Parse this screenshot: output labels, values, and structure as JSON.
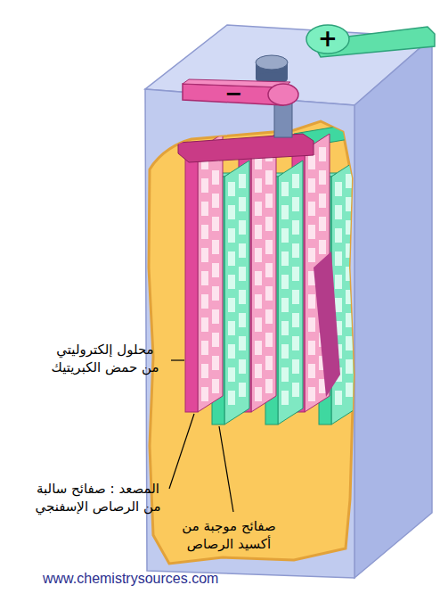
{
  "diagram": {
    "labels": [
      "+",
      "−",
      "محلول إلكتروليتي من حمض الكبريتيك",
      "المصعد : صفائح سالبة من الرصاص الإسفنجي",
      "صفائح موجبة من أكسيد الرصاص",
      "www.chemistrysources.com"
    ]
  }
}
